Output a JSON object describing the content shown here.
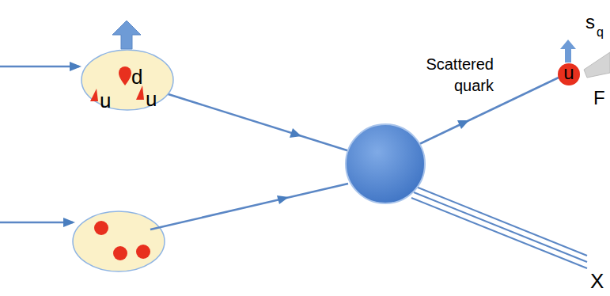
{
  "diagram": {
    "nodes": [
      {
        "text": [
          "d",
          "u",
          "u"
        ]
      },
      {
        "text": [
          "u"
        ]
      }
    ],
    "labels": [
      "Scattered quark",
      "s",
      "q",
      "F",
      "X"
    ]
  }
}
